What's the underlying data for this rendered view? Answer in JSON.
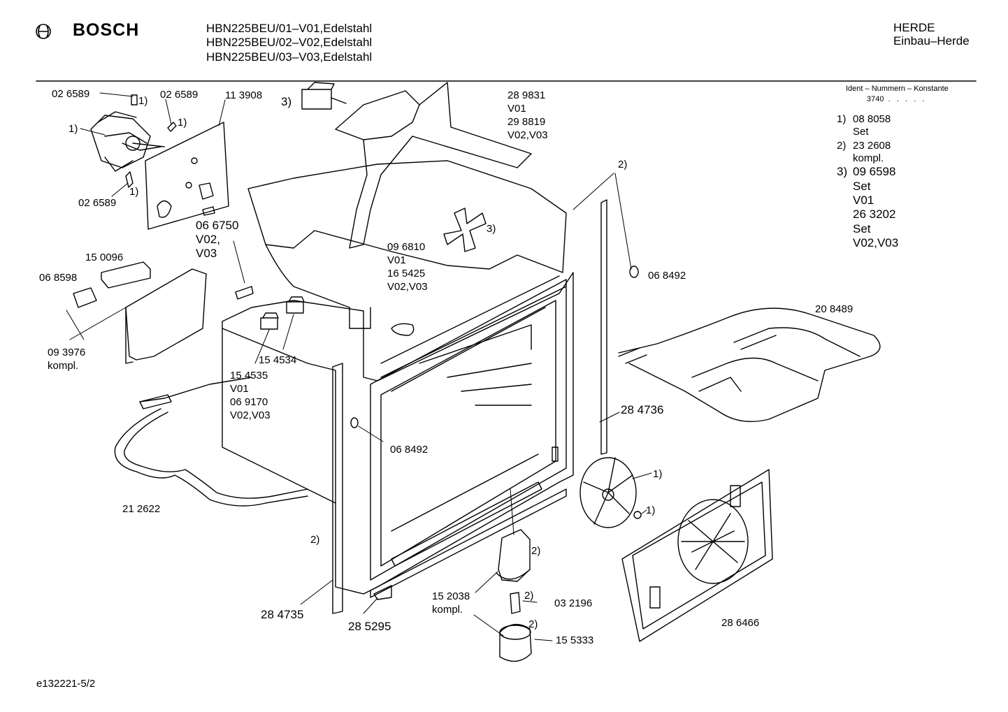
{
  "brand": {
    "name": "BOSCH"
  },
  "models": [
    "HBN225BEU/01–V01,Edelstahl",
    "HBN225BEU/02–V02,Edelstahl",
    "HBN225BEU/03–V03,Edelstahl"
  ],
  "category": {
    "line1": "HERDE",
    "line2": "Einbau–Herde"
  },
  "ident": {
    "title": "Ident – Nummern – Konstante",
    "value": "3740  .   .   .   .   ."
  },
  "notes": {
    "n1_num": "1)",
    "n1_code": "08 8058",
    "n1_text": "Set",
    "n2_num": "2)",
    "n2_code": "23 2608",
    "n2_text": "kompl.",
    "n3_num": "3)",
    "n3_code": "09 6598",
    "n3_l1": "Set",
    "n3_l2": "V01",
    "n3_l3": "26 3202",
    "n3_l4": "Set",
    "n3_l5": "V02,V03"
  },
  "labels": {
    "p026589_a": "02 6589",
    "ref1_a": "1)",
    "p026589_b": "02 6589",
    "ref1_b": "1)",
    "ref1_c": "1)",
    "p026589_c": "02 6589",
    "ref1_d": "1)",
    "p113908": "11 3908",
    "ref3_a": "3)",
    "p289831": "28 9831",
    "p289831_v": "V01",
    "p298819": "29 8819",
    "p298819_v": "V02,V03",
    "ref2_top": "2)",
    "p066750": "06 6750",
    "p066750_v1": "V02,",
    "p066750_v2": "V03",
    "p150096": "15 0096",
    "p068598": "06 8598",
    "p093976": "09 3976",
    "p093976_k": "kompl.",
    "p096810": "09 6810",
    "p096810_v": "V01",
    "p165425": "16 5425",
    "p165425_v": "V02,V03",
    "ref3_b": "3)",
    "p068492_a": "06 8492",
    "p208489": "20 8489",
    "p154534": "15 4534",
    "p154535": "15 4535",
    "p154535_v": "V01",
    "p069170": "06 9170",
    "p069170_v": "V02,V03",
    "p284736": "28 4736",
    "p068492_b": "06 8492",
    "p212622": "21 2622",
    "ref1_e": "1)",
    "ref1_f": "1)",
    "ref2_left": "2)",
    "ref2_lamp": "2)",
    "p284735": "28 4735",
    "p285295": "28 5295",
    "p152038": "15 2038",
    "p152038_k": "kompl.",
    "ref2_bulb": "2)",
    "p032196": "03 2196",
    "ref2_cover": "2)",
    "p155333": "15 5333",
    "p286466": "28 6466"
  },
  "footer": {
    "code": "e132221-5/2"
  }
}
